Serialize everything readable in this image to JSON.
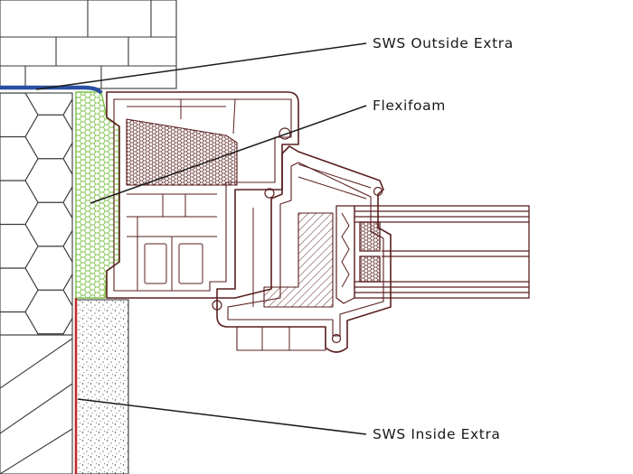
{
  "labels": {
    "outside": "SWS Outside Extra",
    "flexifoam": "Flexifoam",
    "inside": "SWS Inside Extra"
  },
  "colors": {
    "profile_stroke": "#5a1f1f",
    "background": "#ffffff",
    "masonry_stroke": "#3a3a3a",
    "outside_tape": "#2a4fa0",
    "inside_tape": "#c0262b",
    "flexifoam_stroke": "#7fc24a",
    "plaster_dots": "#3a3a3a",
    "label_text": "#1a1a1a"
  },
  "icons": {
    "insulation": "hexagon-pattern",
    "flexifoam": "small-green-hexagon-pattern",
    "plaster": "dotted-pattern",
    "glazing": "multi-pane-glass"
  }
}
